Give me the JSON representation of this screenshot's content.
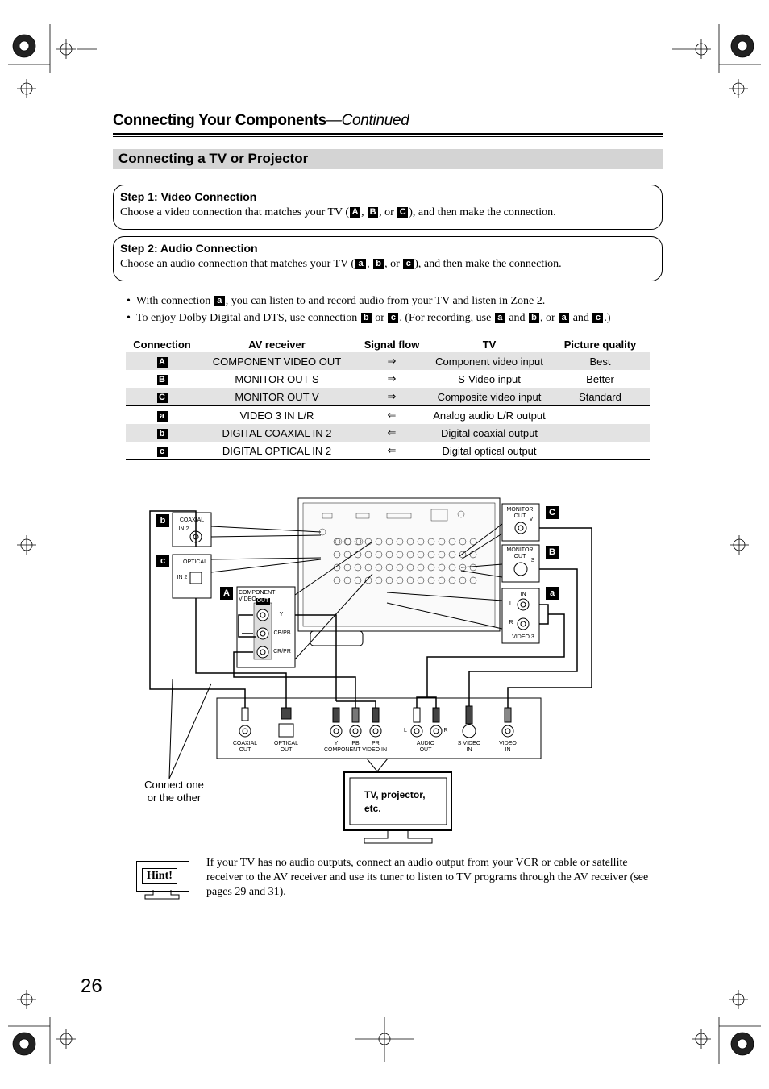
{
  "header": {
    "title": "Connecting Your Components",
    "continued": "—Continued"
  },
  "section": {
    "title": "Connecting a TV or Projector"
  },
  "step1": {
    "title": "Step 1: Video Connection",
    "text_before": "Choose a video connection that matches your TV (",
    "text_after": "), and then make the connection.",
    "or": ", or",
    "comma": ","
  },
  "step2": {
    "title": "Step 2: Audio Connection",
    "text_before": "Choose an audio connection that matches your TV (",
    "text_after": "), and then make the connection.",
    "or": ", or",
    "comma": ","
  },
  "bullets": {
    "b1_before": "With connection",
    "b1_after": ", you can listen to and record audio from your TV and listen in Zone 2.",
    "b2_a": "To enjoy Dolby Digital and DTS, use connection",
    "b2_or": "or",
    "b2_b": ". (For recording, use",
    "b2_and1": "and",
    "b2_or2": ", or",
    "b2_and2": "and",
    "b2_end": ".)"
  },
  "badges": {
    "A": "A",
    "B": "B",
    "C": "C",
    "a": "a",
    "b": "b",
    "c": "c"
  },
  "table": {
    "headers": [
      "Connection",
      "AV receiver",
      "Signal flow",
      "TV",
      "Picture quality"
    ],
    "rows": [
      {
        "conn": "A",
        "av": "COMPONENT VIDEO OUT",
        "flow": "⇒",
        "tv": "Component video input",
        "quality": "Best"
      },
      {
        "conn": "B",
        "av": "MONITOR OUT S",
        "flow": "⇒",
        "tv": "S-Video input",
        "quality": "Better"
      },
      {
        "conn": "C",
        "av": "MONITOR OUT V",
        "flow": "⇒",
        "tv": "Composite video input",
        "quality": "Standard"
      },
      {
        "conn": "a",
        "av": "VIDEO 3 IN L/R",
        "flow": "⇐",
        "tv": "Analog audio L/R output",
        "quality": ""
      },
      {
        "conn": "b",
        "av": "DIGITAL COAXIAL IN 2",
        "flow": "⇐",
        "tv": "Digital coaxial output",
        "quality": ""
      },
      {
        "conn": "c",
        "av": "DIGITAL OPTICAL IN 2",
        "flow": "⇐",
        "tv": "Digital optical output",
        "quality": ""
      }
    ]
  },
  "diagram": {
    "coaxial": "COAXIAL",
    "in2": "IN 2",
    "optical": "OPTICAL",
    "optical_in2": "IN 2",
    "component_video": "COMPONENT VIDEO",
    "out": "OUT",
    "y": "Y",
    "cb": "CB/PB",
    "cr": "CR/PR",
    "monitor_out": "MONITOR OUT",
    "v": "V",
    "s": "S",
    "in": "IN",
    "l": "L",
    "r": "R",
    "video3": "VIDEO 3",
    "tv_coaxial_out": "COAXIAL OUT",
    "tv_optical_out": "OPTICAL OUT",
    "tv_y": "Y",
    "tv_pb": "PB",
    "tv_pr": "PR",
    "tv_component_in": "COMPONENT VIDEO IN",
    "tv_l": "L",
    "tv_r": "R",
    "tv_audio_out": "AUDIO OUT",
    "tv_svideo_in": "S VIDEO IN",
    "tv_video_in": "VIDEO IN",
    "connect_note": "Connect one or the other",
    "tv_label": "TV, projector, etc."
  },
  "hint": {
    "label": "Hint!",
    "text": "If your TV has no audio outputs, connect an audio output from your VCR or cable or satellite receiver to the AV receiver and use its tuner to listen to TV programs through the AV receiver (see pages 29 and 31)."
  },
  "page_number": "26"
}
